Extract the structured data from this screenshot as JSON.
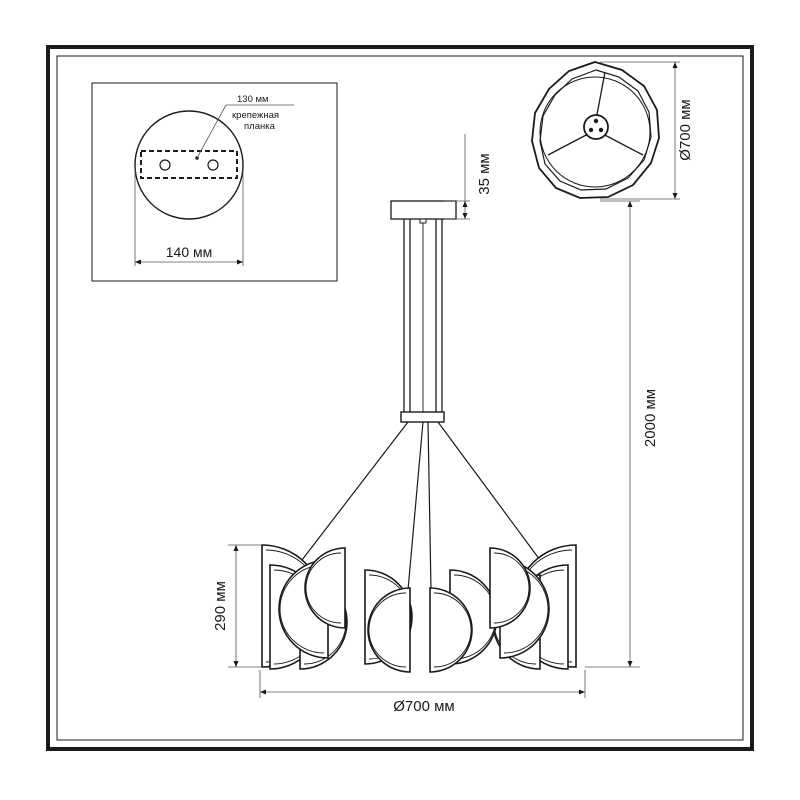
{
  "mount_detail": {
    "slot_label": "130 мм",
    "bar_label_line1": "крепежная",
    "bar_label_line2": "планка",
    "width_label": "140 мм"
  },
  "top_view": {
    "diameter_label": "Ø700 мм"
  },
  "front_view": {
    "canopy_height_label": "35 мм",
    "total_height_label": "2000 мм",
    "shade_height_label": "290 мм",
    "diameter_label": "Ø700 мм"
  },
  "colors": {
    "line": "#1a1a1a",
    "border": "#1a1a1a"
  }
}
